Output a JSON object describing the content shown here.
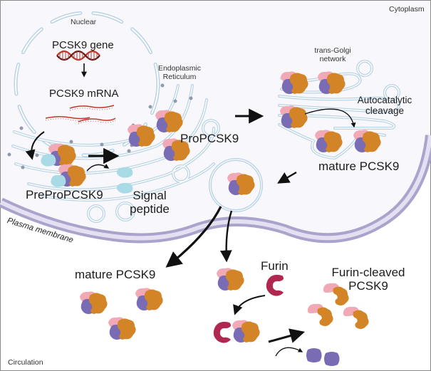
{
  "title": "PCSK9 biosynthesis, maturation and secretion",
  "colors": {
    "border": "#8a8a8a",
    "cytoplasm_fill": "#f7f7fb",
    "membrane_outer": "#aaa3cb",
    "membrane_inner": "#e4e0f1",
    "organelle_stroke": "#b9d3e4",
    "dna_red": "#c0392b",
    "dna_dark": "#5a1a1a",
    "prodomain_pink": "#f2a9b6",
    "catalytic_orange": "#d38426",
    "ctd_purple": "#7a6bb5",
    "signal_peptide_cyan": "#a9dbe6",
    "furin_crimson": "#b0284f",
    "arrow": "#111111",
    "ribosome_dot": "#8e9aac"
  },
  "labels": {
    "cytoplasm": "Cytoplasm",
    "nuclear": "Nuclear",
    "gene": "PCSK9 gene",
    "mrna": "PCSK9 mRNA",
    "er_line1": "Endoplasmic",
    "er_line2": "Reticulum",
    "propcsk9": "ProPCSK9",
    "preprop": "PreProPCSK9",
    "signal_line1": "Signal",
    "signal_line2": "peptide",
    "tgn_line1": "trans-Golgi",
    "tgn_line2": "network",
    "autocat_line1": "Autocatalytic",
    "autocat_line2": "cleavage",
    "mature_golgi": "mature PCSK9",
    "plasma_membrane": "Plasma membrane",
    "mature_circ": "mature PCSK9",
    "furin": "Furin",
    "furin_cleaved_line1": "Furin-cleaved",
    "furin_cleaved_line2": "PCSK9",
    "circulation": "Circulation"
  }
}
